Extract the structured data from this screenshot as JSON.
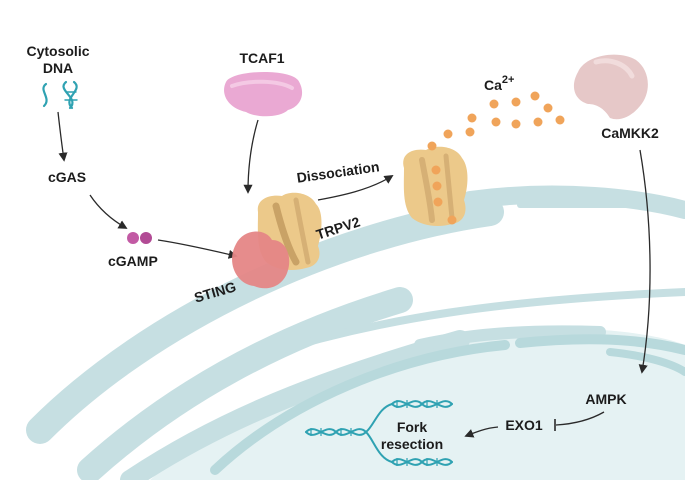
{
  "labels": {
    "cytosolic_dna_line1": "Cytosolic",
    "cytosolic_dna_line2": "DNA",
    "cgas": "cGAS",
    "cgamp": "cGAMP",
    "tcaf1": "TCAF1",
    "sting": "STING",
    "trpv2": "TRPV2",
    "dissociation": "Dissociation",
    "ca_base": "Ca",
    "ca_charge": "2+",
    "camkk2": "CaMKK2",
    "ampk": "AMPK",
    "exo1": "EXO1",
    "fork_line1": "Fork",
    "fork_line2": "resection"
  },
  "colors": {
    "membrane": "#c6dfe2",
    "nucleus": "#e5f2f3",
    "nuclear_envelope": "#b8d9dc",
    "channel": "#ecc98a",
    "channel_dark": "#c9a266",
    "sting": "#e58686",
    "tcaf1": "#eaa9d3",
    "camkk2": "#e6c8c8",
    "calcium": "#f0a45a",
    "dna": "#2fa2b2",
    "cgamp": "#c25aa4"
  },
  "icons": [
    "dna-icon",
    "cgamp-molecule",
    "tcaf1-protein",
    "trpv2-channel",
    "sting-protein",
    "camkk2-protein",
    "calcium-ions",
    "fork-dna"
  ]
}
